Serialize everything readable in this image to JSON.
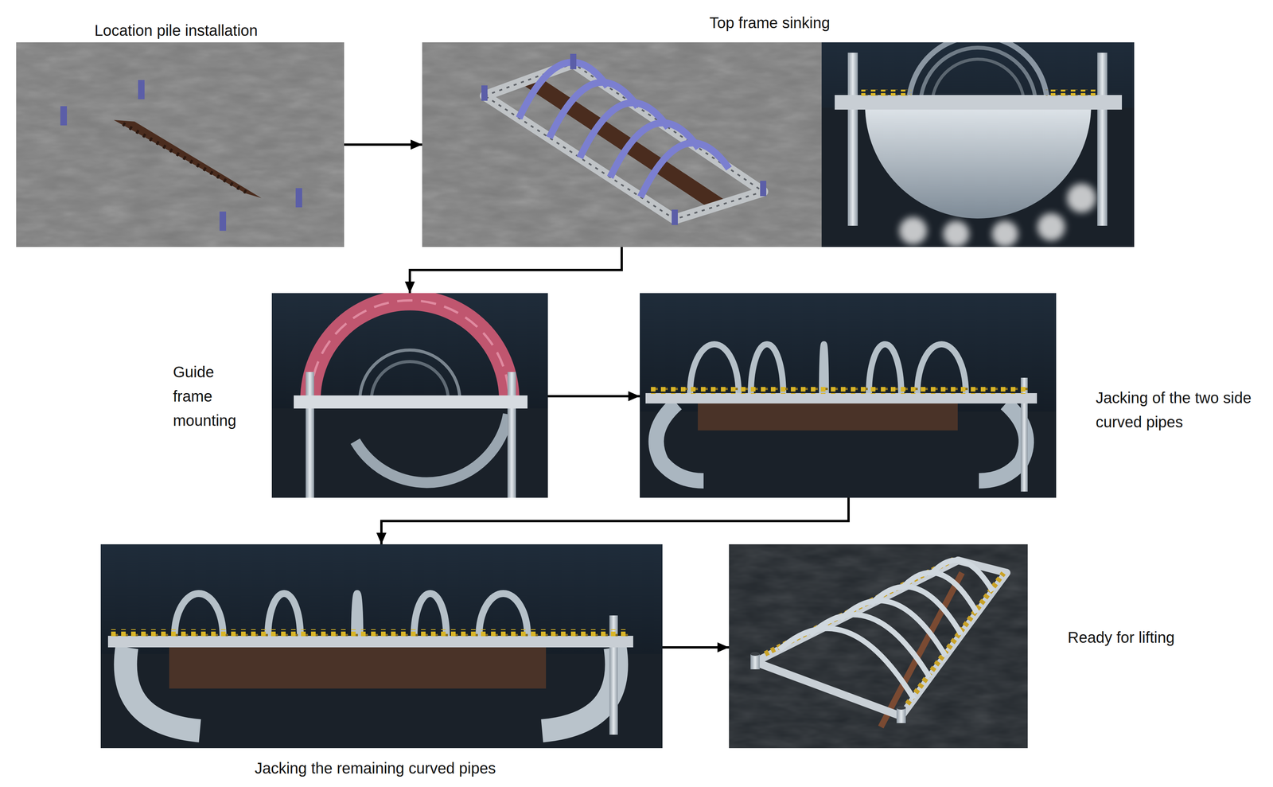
{
  "diagram": {
    "nodes": [
      {
        "text": [
          "Location pile installation"
        ]
      },
      {
        "text": [
          "Top frame sinking"
        ]
      },
      {
        "text": [
          "Guide frame mounting"
        ]
      },
      {
        "text": [
          "Jacking of the two side curved pipes"
        ]
      },
      {
        "text": [
          "Jacking the remaining curved pipes"
        ]
      },
      {
        "text": [
          "Ready for lifting"
        ]
      }
    ],
    "edges": [
      {
        "from": 0,
        "to": 1,
        "arrow": "to"
      },
      {
        "from": 1,
        "to": 2,
        "arrow": "to"
      },
      {
        "from": 2,
        "to": 3,
        "arrow": "to"
      },
      {
        "from": 3,
        "to": 4,
        "arrow": "to"
      },
      {
        "from": 4,
        "to": 5,
        "arrow": "to"
      }
    ]
  }
}
